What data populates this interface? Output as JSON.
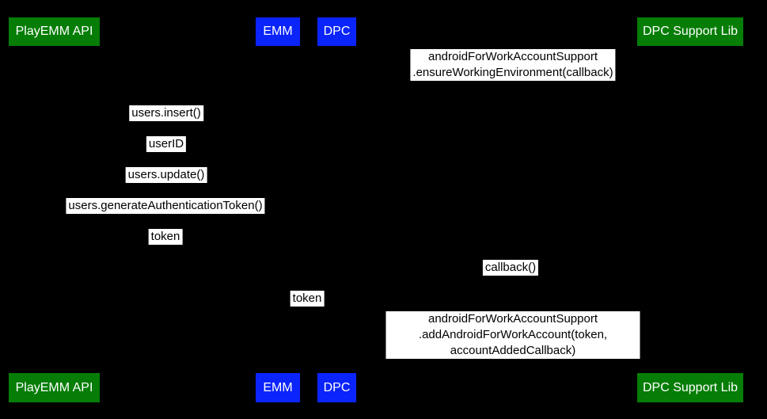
{
  "colors": {
    "background": "#000000",
    "actor_green": "#067d06",
    "actor_blue": "#0b24fb",
    "actor_text": "#ffffff",
    "label_bg": "#ffffff",
    "label_text": "#000000"
  },
  "actors": {
    "playemm_api": "PlayEMM API",
    "emm": "EMM",
    "dpc": "DPC",
    "dpc_support_lib": "DPC Support Lib"
  },
  "messages": {
    "ensure_working_environment": "androidForWorkAccountSupport\n.ensureWorkingEnvironment(callback)",
    "users_insert": "users.insert()",
    "user_id": "userID",
    "users_update": "users.update()",
    "users_generate_authentication_token": "users.generateAuthenticationToken()",
    "token_return": "token",
    "callback": "callback()",
    "token_forward": "token",
    "add_android_for_work_account": "androidForWorkAccountSupport\n.addAndroidForWorkAccount(token, accountAddedCallback)"
  }
}
